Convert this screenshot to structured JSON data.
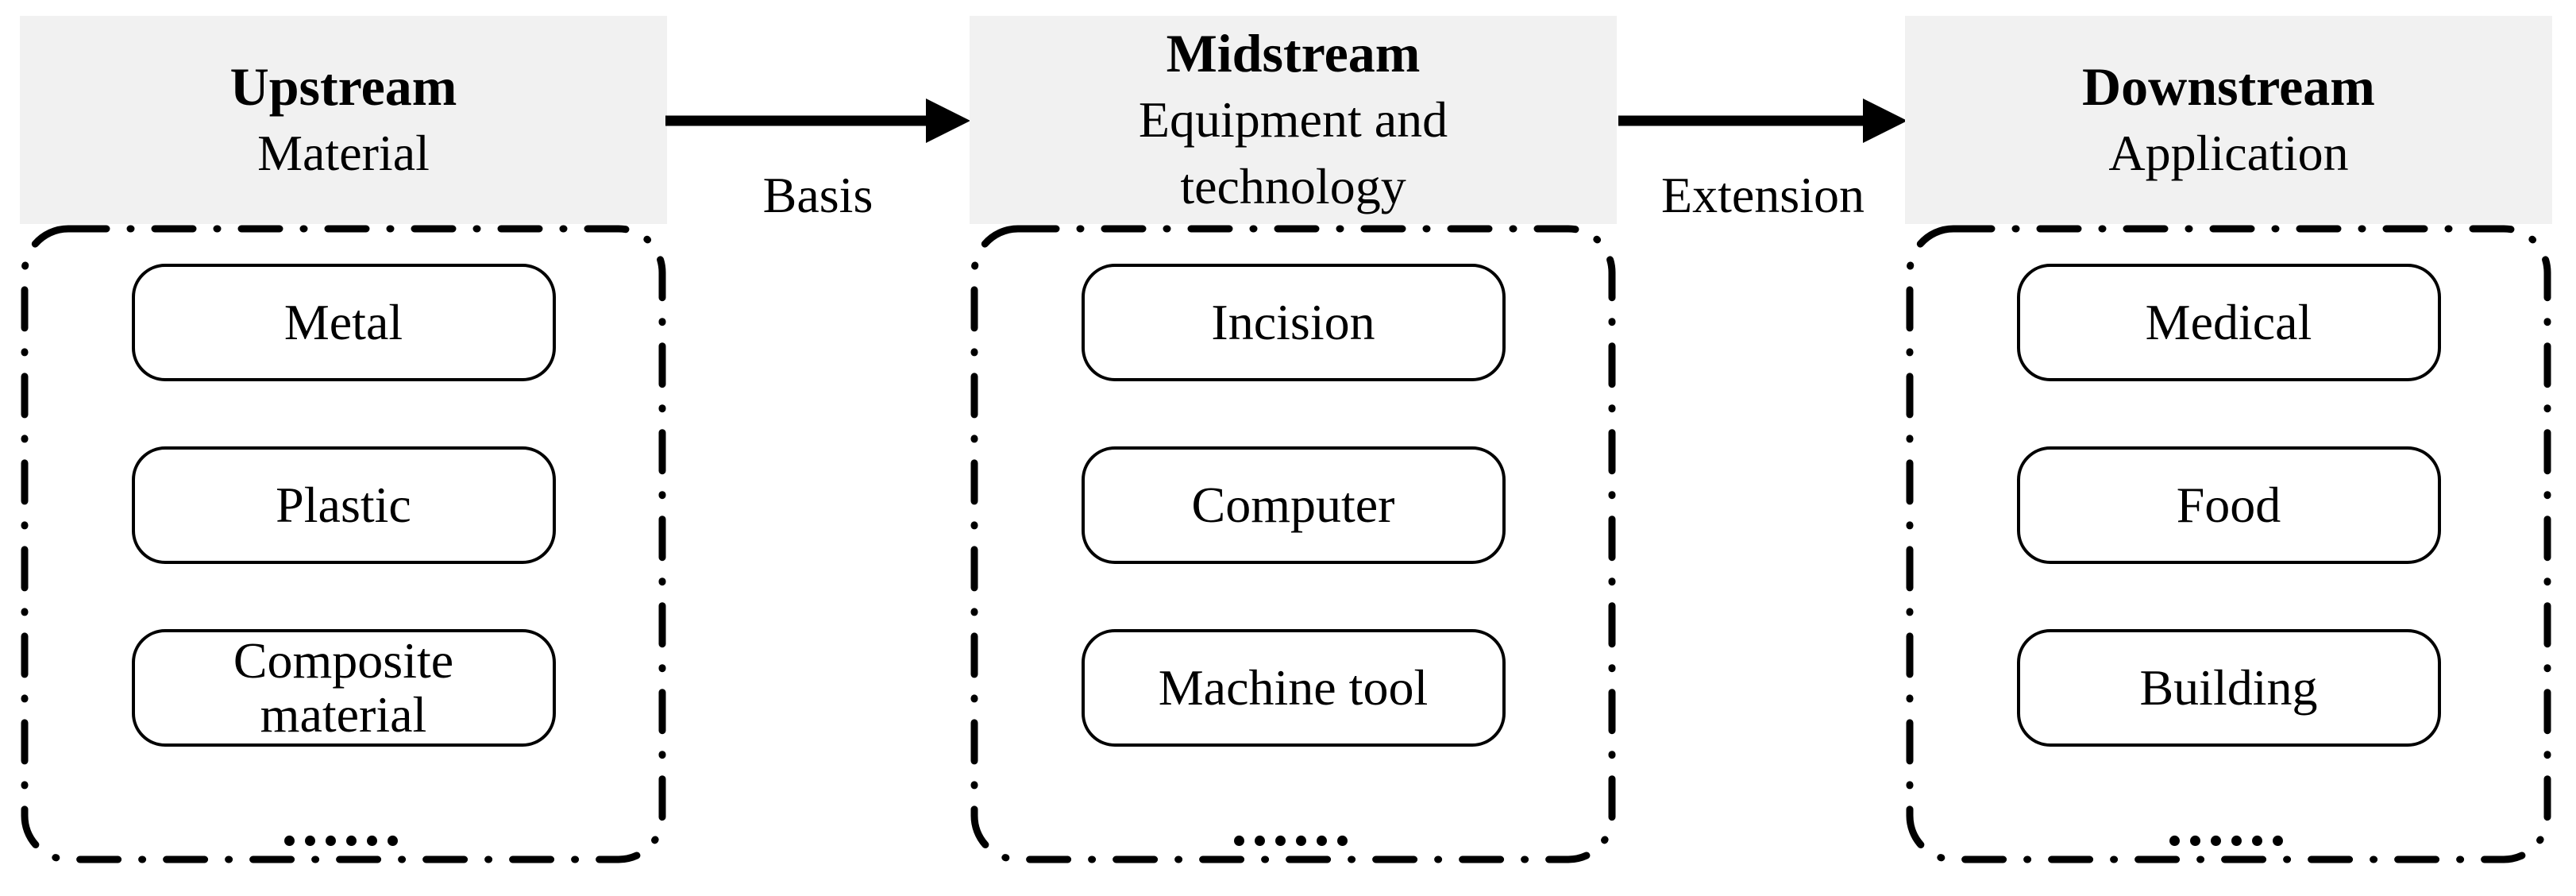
{
  "diagram": {
    "columns": [
      {
        "id": "upstream",
        "header": {
          "title": "Upstream",
          "subtitle": "Material"
        },
        "items": [
          "Metal",
          "Plastic",
          "Composite material"
        ],
        "ellipsis": "......"
      },
      {
        "id": "midstream",
        "header": {
          "title": "Midstream",
          "subtitle": "Equipment and technology"
        },
        "items": [
          "Incision",
          "Computer",
          "Machine tool"
        ],
        "ellipsis": "......"
      },
      {
        "id": "downstream",
        "header": {
          "title": "Downstream",
          "subtitle": "Application"
        },
        "items": [
          "Medical",
          "Food",
          "Building"
        ],
        "ellipsis": "......"
      }
    ],
    "connectors": [
      {
        "label": "Basis"
      },
      {
        "label": "Extension"
      }
    ],
    "colors": {
      "header_bg": "#f1f1f1",
      "line": "#000000",
      "text": "#000000",
      "background": "#ffffff"
    }
  }
}
